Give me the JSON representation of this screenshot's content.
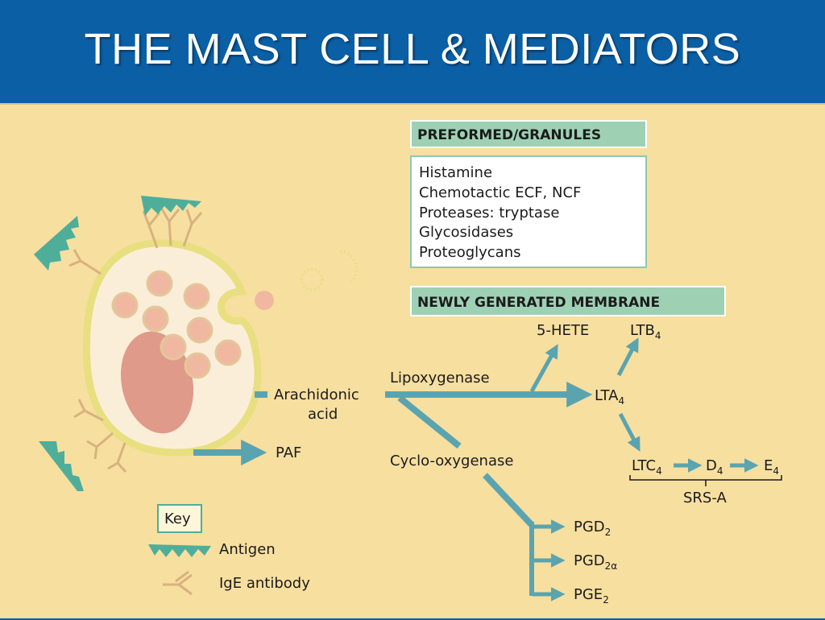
{
  "title": "THE MAST CELL & MEDIATORS",
  "colors": {
    "header_bg": "#0b5fa5",
    "panel_bg": "#f7dfa0",
    "arrow": "#5aa4b0",
    "antigen": "#4fae9a",
    "label_box": "#9ed1b4",
    "cell_fill": "#fbeed9",
    "granule": "#f0b8a0",
    "nucleus": "#df9a8a"
  },
  "preformed": {
    "header": "PREFORMED/GRANULES",
    "items": [
      "Histamine",
      "Chemotactic ECF, NCF",
      "Proteases:  tryptase",
      "Glycosidases",
      "Proteoglycans"
    ]
  },
  "newly": {
    "header": "NEWLY GENERATED MEMBRANE"
  },
  "pathway": {
    "arachidonic_1": "Arachidonic",
    "arachidonic_2": "acid",
    "lipoxygenase": "Lipoxygenase",
    "cyclooxygenase": "Cyclo-oxygenase",
    "paf": "PAF",
    "hete": "5-HETE",
    "ltb": "LTB",
    "ltb_sub": "4",
    "lta": "LTA",
    "lta_sub": "4",
    "ltc": "LTC",
    "ltc_sub": "4",
    "d": "D",
    "d_sub": "4",
    "e": "E",
    "e_sub": "4",
    "srsa": "SRS-A",
    "pgd2": "PGD",
    "pgd2_sub": "2",
    "pgd2a": "PGD",
    "pgd2a_sub": "2α",
    "pge2": "PGE",
    "pge2_sub": "2"
  },
  "key": {
    "title": "Key",
    "antigen": "Antigen",
    "ige": "IgE antibody"
  },
  "icons": [
    "antigen-icon",
    "ige-antibody-icon",
    "mast-cell-icon",
    "arrow-icon"
  ]
}
